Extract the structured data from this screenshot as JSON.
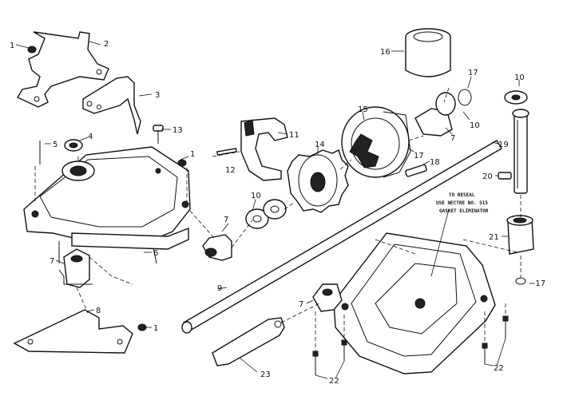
{
  "callouts": {
    "c1a": "1",
    "c2": "2",
    "c3": "3",
    "c13": "13",
    "c5": "5",
    "c4": "4",
    "c1b": "1",
    "c6": "6",
    "c7a": "7",
    "c8": "8",
    "c1c": "1",
    "c12": "12",
    "c11": "11",
    "c7b": "7",
    "c10a": "10",
    "c9": "9",
    "c14": "14",
    "c15": "15",
    "c16": "16",
    "c17a": "17",
    "c10b": "10",
    "c7c": "7",
    "c17b": "17",
    "c18": "18",
    "c19": "19",
    "c10c": "10",
    "c20": "20",
    "c21": "21",
    "c17c": "~17",
    "c7d": "7",
    "c22a": "22",
    "c22b": "22",
    "c23": "23"
  },
  "note": {
    "line1": "TO RESEAL",
    "line2": "USE NECTRE NO. 515",
    "line3": "GASKET ELIMINATOR"
  }
}
